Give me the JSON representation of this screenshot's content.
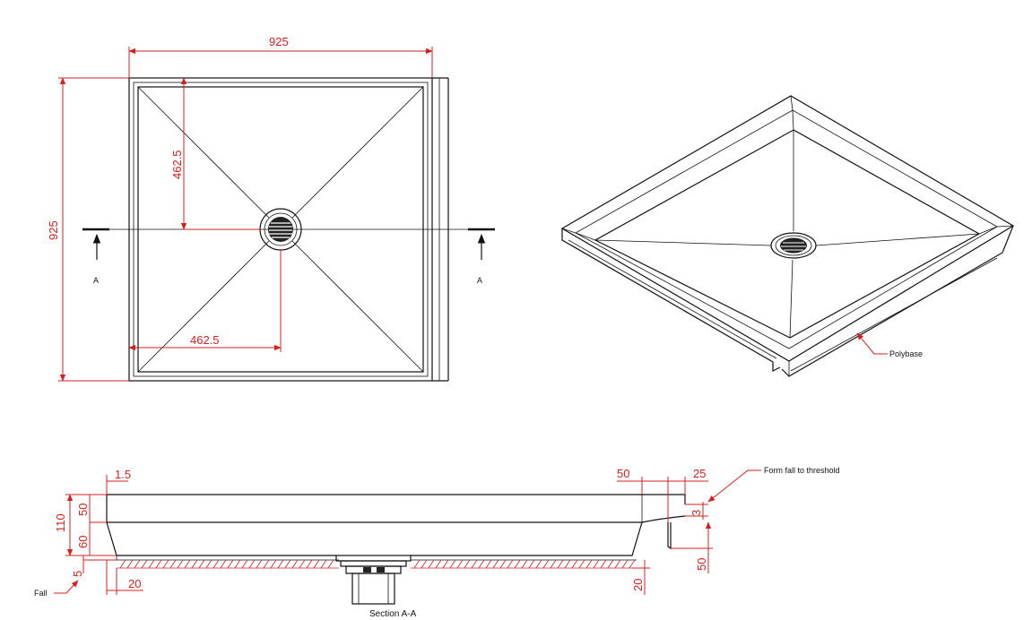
{
  "colors": {
    "linework": "#111111",
    "dimension": "#d42020",
    "background": "#ffffff"
  },
  "plan": {
    "width_dim": "925",
    "height_dim": "925",
    "half_vertical_dim": "462.5",
    "half_horizontal_dim": "462.5",
    "section_marker_left": "A",
    "section_marker_right": "A"
  },
  "isometric": {
    "callout_label": "Polybase"
  },
  "section": {
    "title": "Section A-A",
    "dim_lip_width": "1.5",
    "dim_total_height": "110",
    "dim_upper_height": "50",
    "dim_lower_height": "60",
    "dim_fall": "5",
    "fall_label": "Fall",
    "dim_left_base": "20",
    "dim_threshold_50": "50",
    "dim_threshold_25": "25",
    "form_fall_label": "Form fall to threshold",
    "dim_fall_3": "3",
    "dim_right_50": "50",
    "dim_right_20": "20"
  }
}
